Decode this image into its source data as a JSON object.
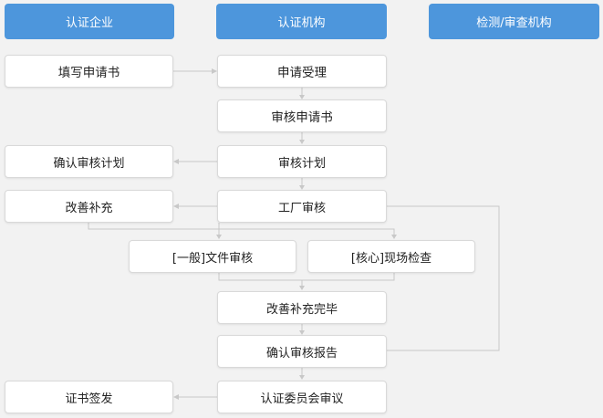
{
  "lanes": {
    "enterprise": "认证企业",
    "certifier": "认证机构",
    "testing": "检测/审查机构"
  },
  "steps": {
    "fill_application": "填写申请书",
    "accept_application": "申请受理",
    "review_application": "审核申请书",
    "confirm_plan": "确认审核计划",
    "audit_plan": "审核计划",
    "improve_supplement": "改善补充",
    "factory_audit": "工厂审核",
    "document_review": "[一般]文件审核",
    "onsite_inspection": "[核心]现场检查",
    "improvement_done": "改善补充完毕",
    "confirm_report": "确认审核报告",
    "certificate_issue": "证书签发",
    "committee_review": "认证委员会审议"
  },
  "colors": {
    "header_bg": "#4d96dc",
    "box_bg": "#ffffff",
    "page_bg": "#f2f2f2",
    "connector": "#c8c8c8"
  }
}
